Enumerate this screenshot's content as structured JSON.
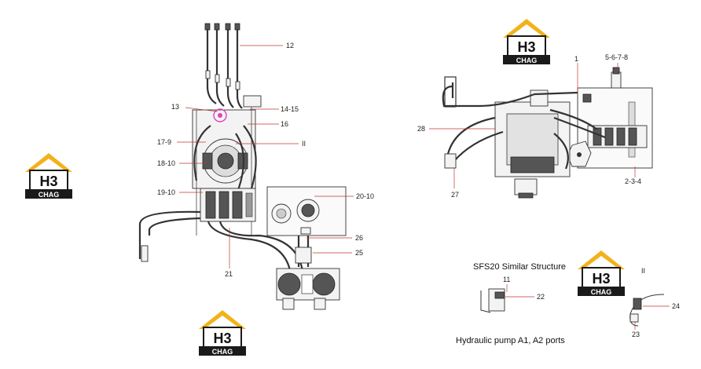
{
  "logos": {
    "brand_mark": "H3",
    "brand_text": "CHAG",
    "colors": {
      "roof": "#f2b21b",
      "dark": "#1a1a1a",
      "accent": "#f2b21b"
    }
  },
  "callouts": {
    "c12": "12",
    "c13": "13",
    "c14_15": "14-15",
    "c16": "16",
    "c17_9": "17-9",
    "cII_left": "II",
    "c18_10": "18-10",
    "c19_10": "19-10",
    "c20_10": "20-10",
    "c26": "26",
    "c25": "25",
    "c21": "21",
    "c1": "1",
    "c5_8": "5-6-7-8",
    "c28": "28",
    "c27": "27",
    "c2_4": "2-3-4",
    "c11": "11",
    "c22": "22",
    "cII_right": "II",
    "c24": "24",
    "c23": "23"
  },
  "captions": {
    "similar_structure": "SFS20 Similar Structure",
    "pump_ports": "Hydraulic pump A1, A2 ports"
  },
  "colors": {
    "leader": "#c0392b",
    "highlight": "#e040c0",
    "line": "#333333"
  }
}
